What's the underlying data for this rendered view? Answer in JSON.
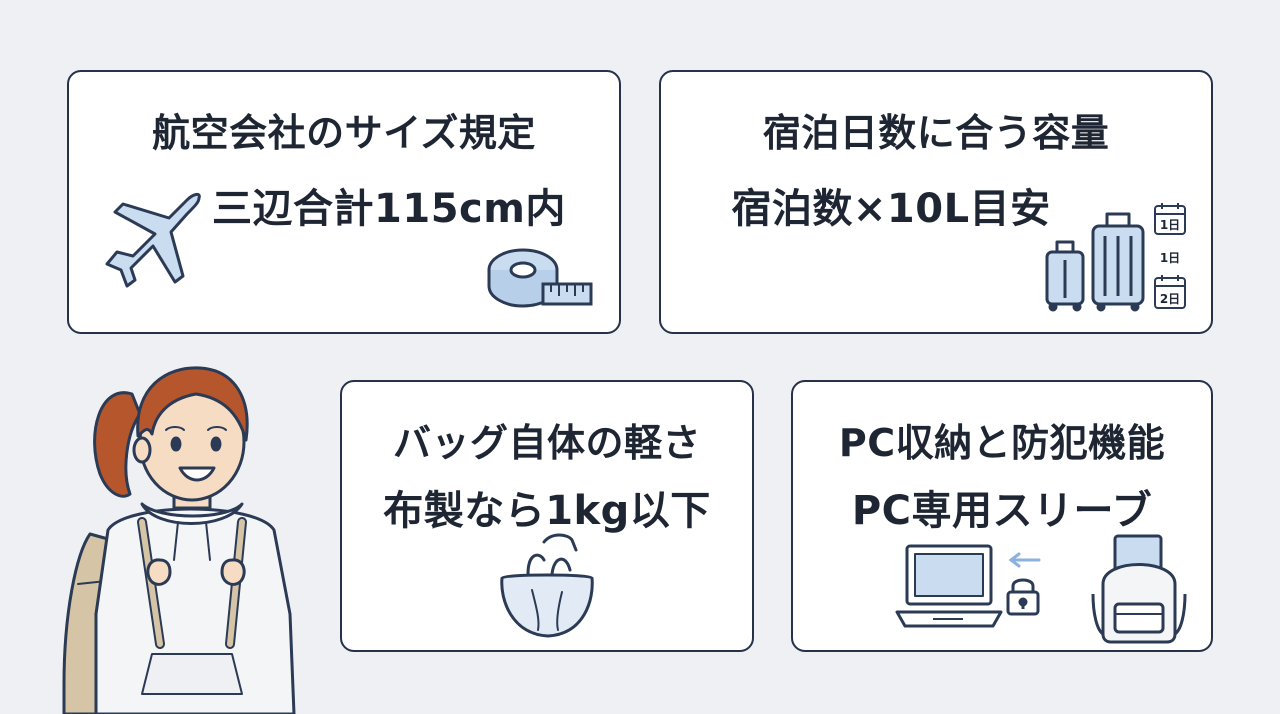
{
  "cards": [
    {
      "id": "airline",
      "title": "航空会社のサイズ規定",
      "subtitle": "三辺合計115cm内",
      "icons": [
        "airplane-icon",
        "tape-measure-icon"
      ]
    },
    {
      "id": "capacity",
      "title": "宿泊日数に合う容量",
      "subtitle": "宿泊数×10L目安",
      "icons": [
        "suitcase-icon",
        "calendar-icon"
      ],
      "calendar_labels": [
        "1日",
        "1日",
        "2日"
      ]
    },
    {
      "id": "weight",
      "title": "バッグ自体の軽さ",
      "subtitle": "布製なら1kg以下",
      "icons": [
        "tote-bag-icon"
      ]
    },
    {
      "id": "pc",
      "title": "PC収納と防犯機能",
      "subtitle": "PC専用スリーブ",
      "icons": [
        "laptop-icon",
        "padlock-icon",
        "backpack-icon"
      ]
    }
  ],
  "colors": {
    "background": "#eef0f3",
    "card_border": "#26324a",
    "icon_fill": "#c9dcf0",
    "icon_stroke": "#2b3a55",
    "hair": "#b5562c",
    "hoodie": "#f4f5f7",
    "backpack": "#d6c4a6"
  }
}
